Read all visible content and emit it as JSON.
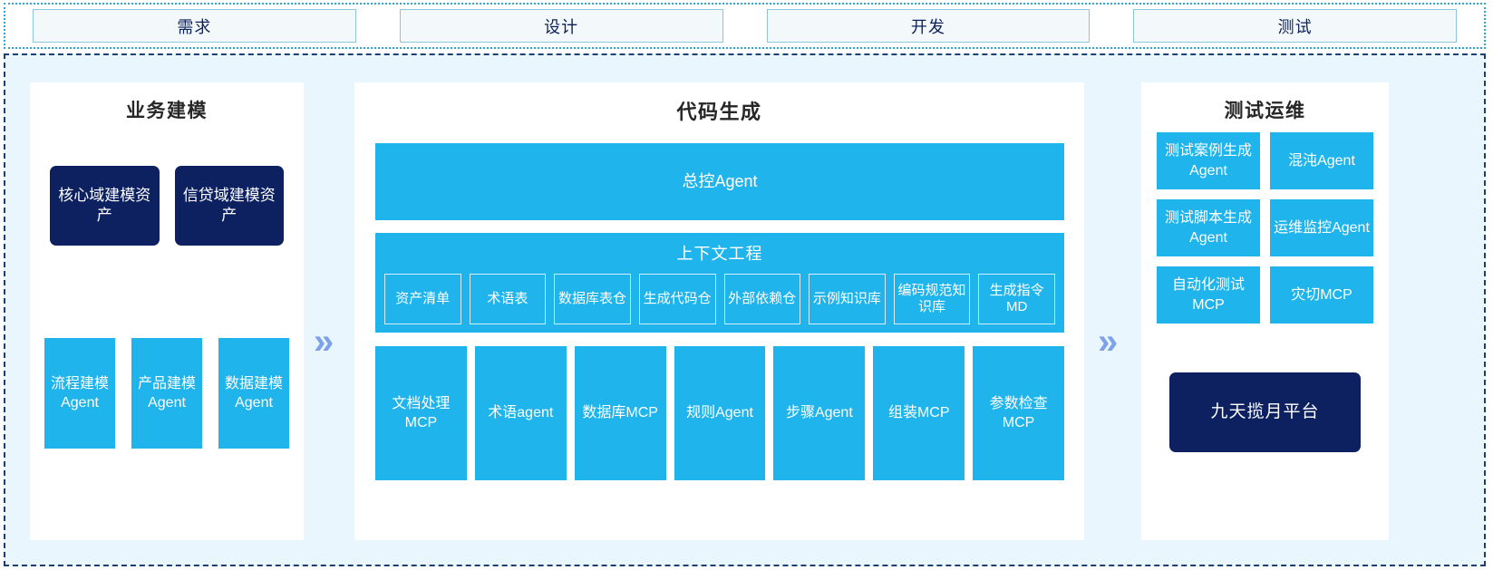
{
  "stages": {
    "items": [
      {
        "label": "需求"
      },
      {
        "label": "设计"
      },
      {
        "label": "开发"
      },
      {
        "label": "测试"
      }
    ]
  },
  "flow": {
    "chevron_1": "»",
    "chevron_2": "»"
  },
  "colors": {
    "cyan": "#1fb4ec",
    "navy": "#0d2160",
    "chevron": "#7ea2ea",
    "frame_dashed": "#1d3f73",
    "frame_dotted": "#29a8d8",
    "panel_bg": "#e9f6fd",
    "stage_fill": "#f3f8fb",
    "stage_border": "#8ec7dd",
    "stage_text": "#0d2159",
    "title_text": "#262626"
  },
  "left_column": {
    "title": "业务建模",
    "assets": [
      {
        "label": "核心域建模资产"
      },
      {
        "label": "信贷域建模资产"
      }
    ],
    "agents": [
      {
        "label": "流程建模Agent"
      },
      {
        "label": "产品建模Agent"
      },
      {
        "label": "数据建模Agent"
      }
    ]
  },
  "center_column": {
    "title": "代码生成",
    "master_agent": "总控Agent",
    "context": {
      "title": "上下文工程",
      "items": [
        {
          "label": "资产清单"
        },
        {
          "label": "术语表"
        },
        {
          "label": "数据库表仓"
        },
        {
          "label": "生成代码仓"
        },
        {
          "label": "外部依赖仓"
        },
        {
          "label": "示例知识库"
        },
        {
          "label": "编码规范知识库"
        },
        {
          "label": "生成指令MD"
        }
      ]
    },
    "tools": [
      {
        "label": "文档处理MCP"
      },
      {
        "label": "术语agent"
      },
      {
        "label": "数据库MCP"
      },
      {
        "label": "规则Agent"
      },
      {
        "label": "步骤Agent"
      },
      {
        "label": "组装MCP"
      },
      {
        "label": "参数检查MCP"
      }
    ]
  },
  "right_column": {
    "title": "测试运维",
    "agents": [
      {
        "label": "测试案例生成Agent"
      },
      {
        "label": "混沌Agent"
      },
      {
        "label": "测试脚本生成Agent"
      },
      {
        "label": "运维监控Agent"
      },
      {
        "label": "自动化测试MCP"
      },
      {
        "label": "灾切MCP"
      }
    ],
    "platform": "九天揽月平台"
  }
}
